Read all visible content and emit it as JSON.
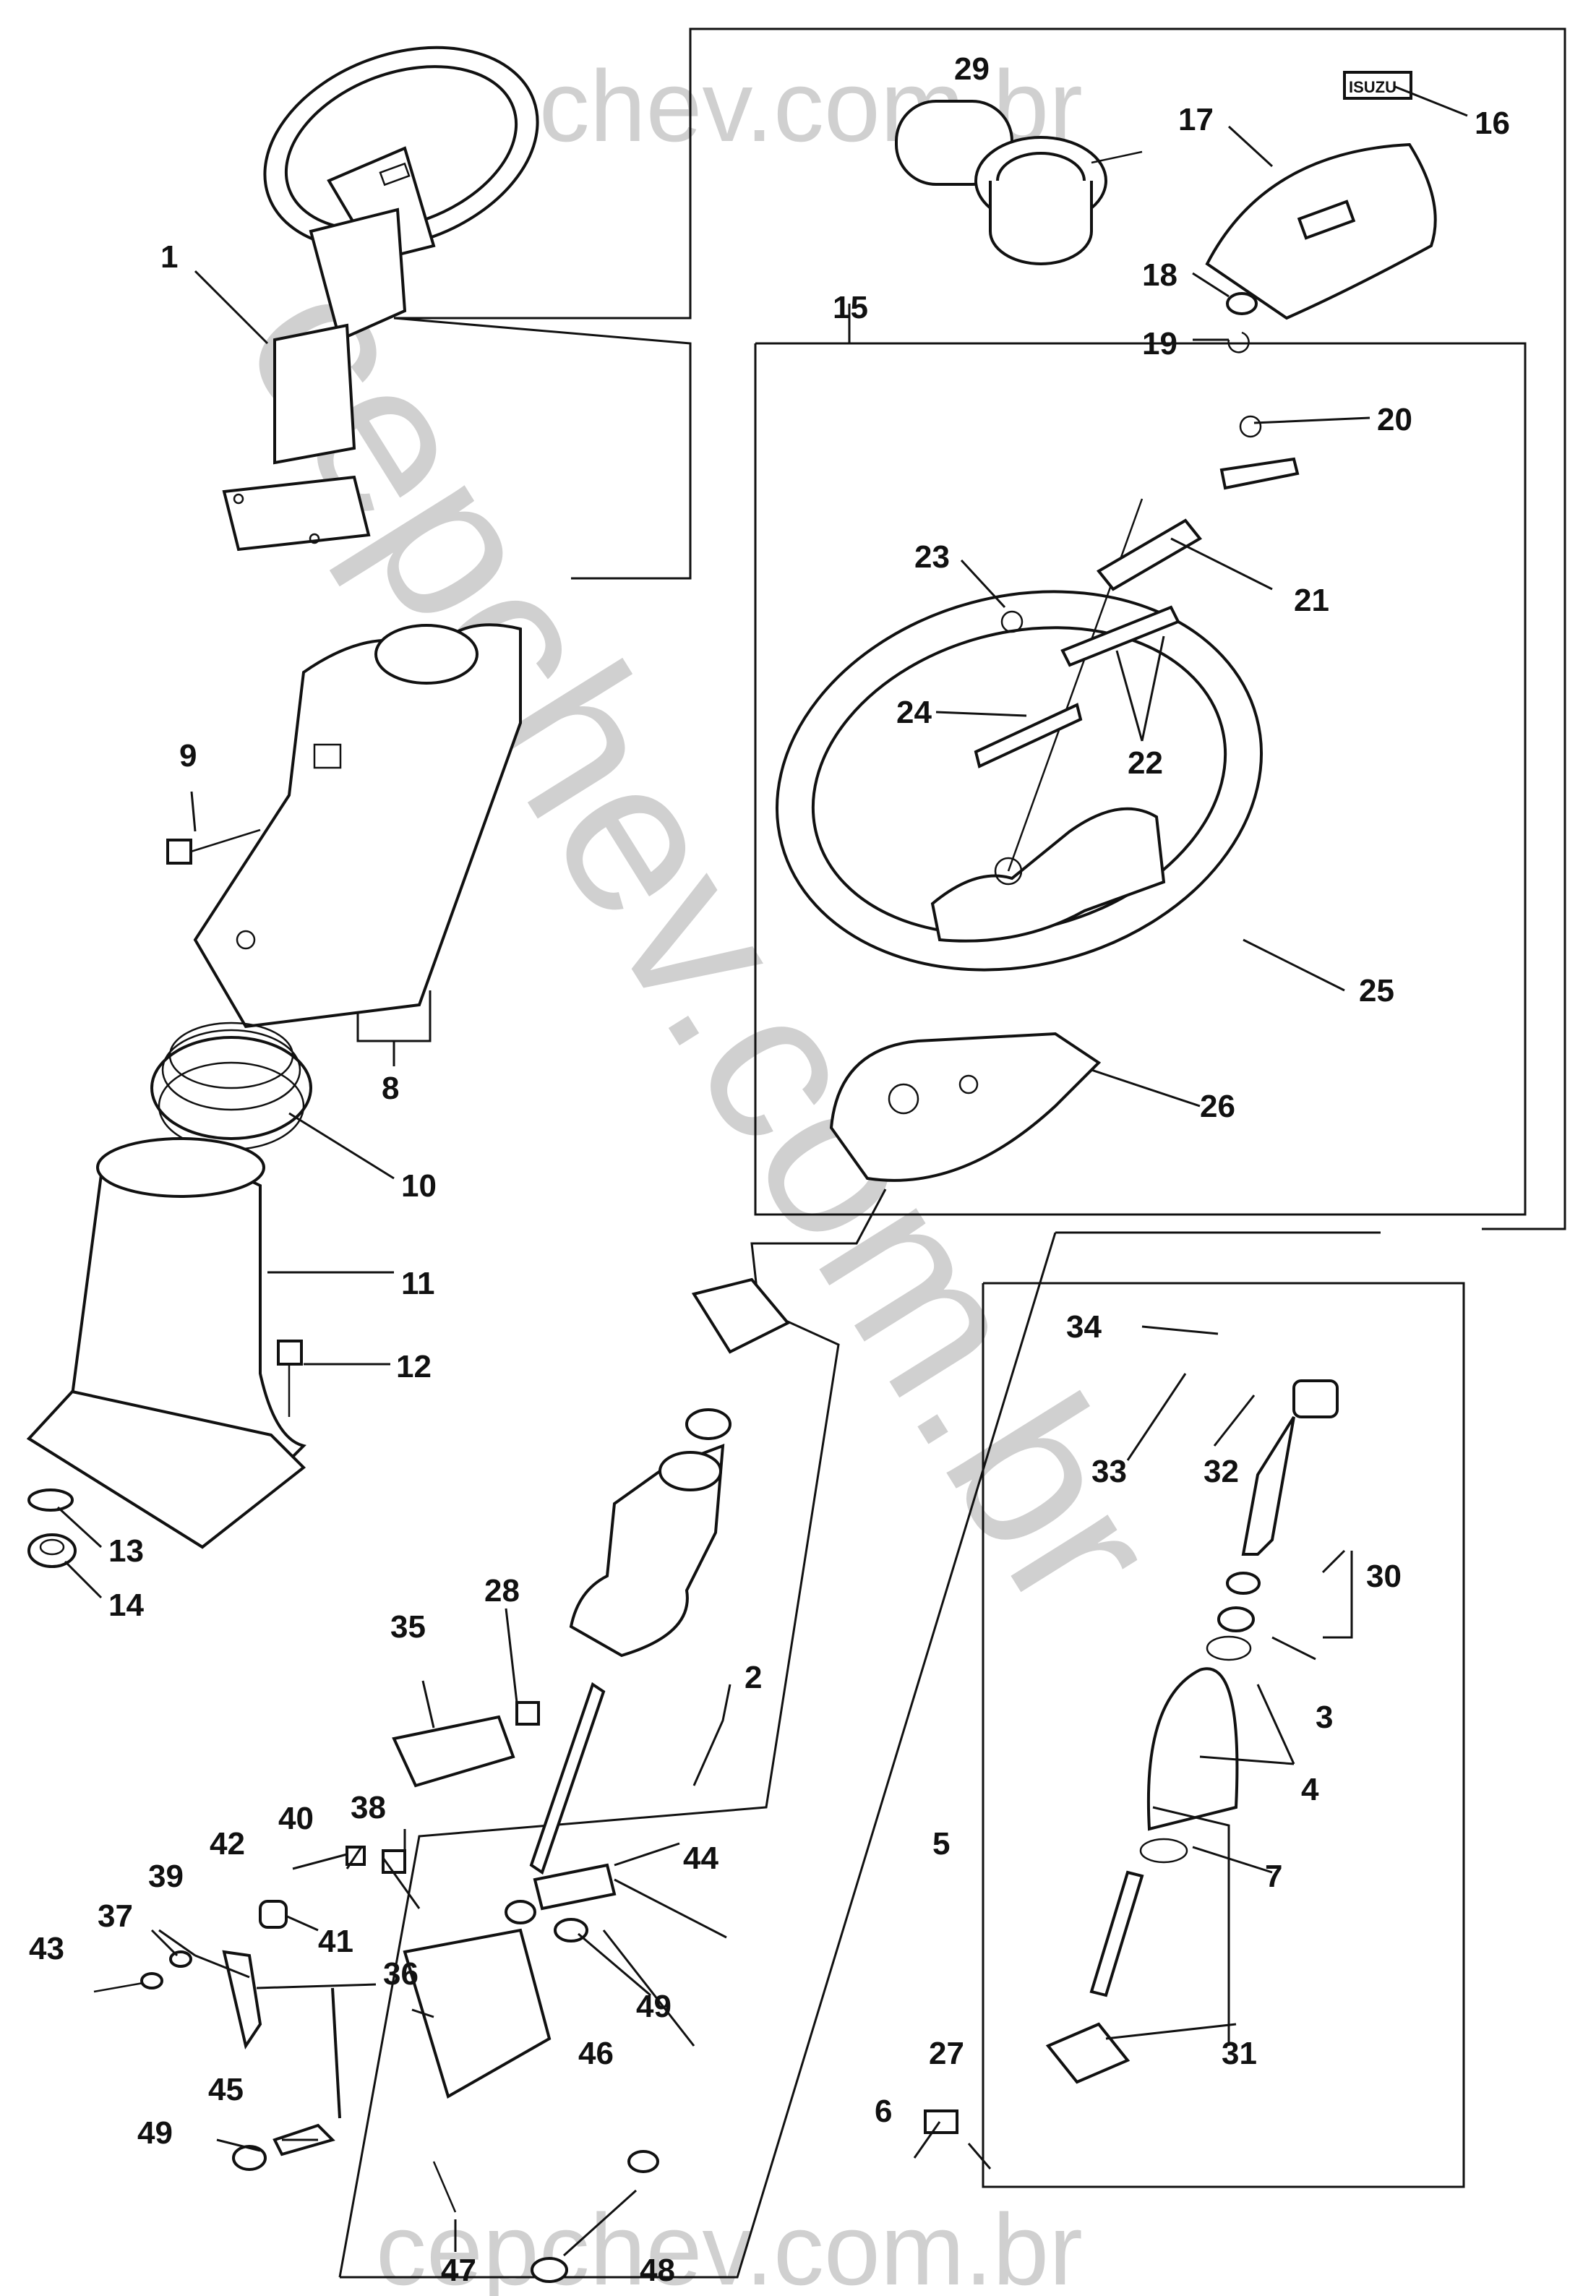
{
  "watermark": {
    "text": "cepchev.com.br",
    "color": "#d0d0d0"
  },
  "callouts": [
    "1",
    "2",
    "3",
    "4",
    "5",
    "6",
    "7",
    "8",
    "9",
    "10",
    "11",
    "12",
    "13",
    "14",
    "15",
    "16",
    "17",
    "18",
    "19",
    "20",
    "21",
    "22",
    "23",
    "24",
    "25",
    "26",
    "27",
    "28",
    "29",
    "30",
    "31",
    "32",
    "33",
    "34",
    "35",
    "36",
    "37",
    "38",
    "39",
    "40",
    "41",
    "42",
    "43",
    "44",
    "45",
    "46",
    "47",
    "48",
    "49",
    "49"
  ],
  "badge": {
    "text": "ISUZU"
  }
}
